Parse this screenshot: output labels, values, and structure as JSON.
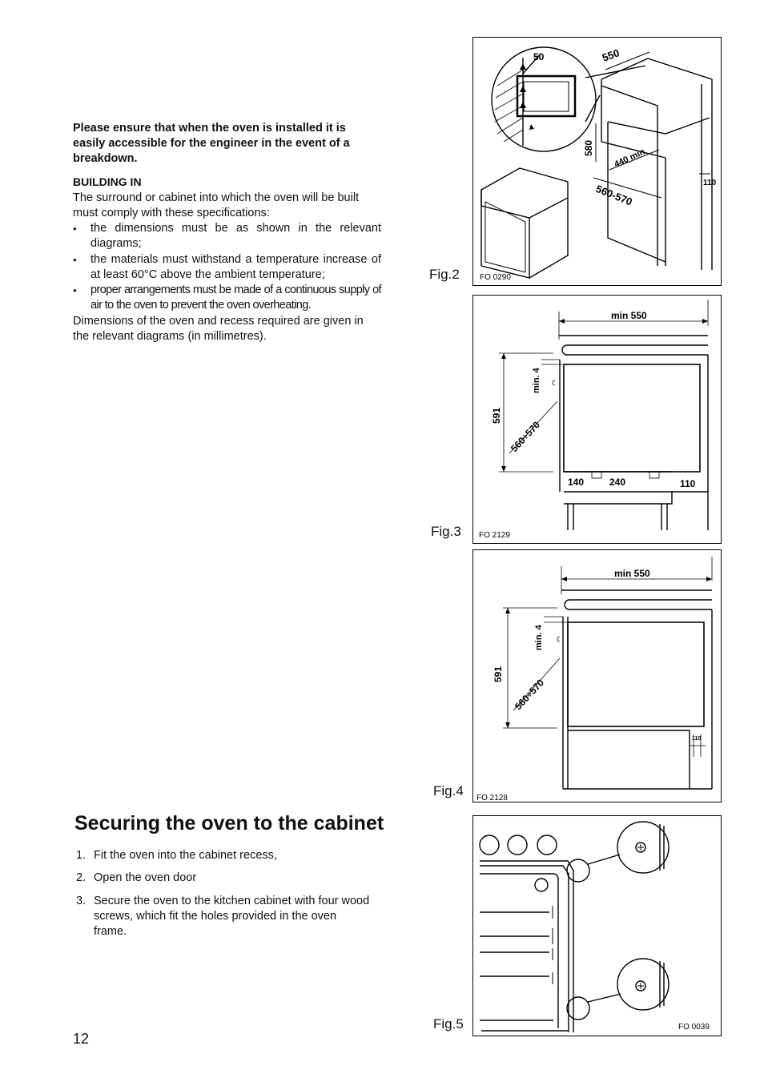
{
  "warning": "Please ensure that when the oven is installed it is easily accessible for the engineer in the event of a breakdown.",
  "building_in": {
    "heading": "BUILDING IN",
    "intro": "The surround or cabinet into which the oven will be built must comply with these specifications:",
    "bullets": [
      "the dimensions must be as shown in the relevant diagrams;",
      "the materials must withstand a temperature increase of at least 60°C above the ambient temperature;",
      "proper arrangements must be made of a continuous supply of air to the oven to prevent the oven overheating."
    ],
    "dims_note": "Dimensions of the oven and recess required are given in the relevant diagrams (in millimetres)."
  },
  "securing": {
    "heading": "Securing the oven to the cabinet",
    "steps": [
      {
        "num": "1.",
        "text": "Fit the oven into the cabinet recess,"
      },
      {
        "num": "2.",
        "text": "Open the oven door"
      },
      {
        "num": "3.",
        "text": "Secure the oven to the kitchen cabinet with four wood screws, which fit the holes provided in the oven frame."
      }
    ]
  },
  "page_number": "12",
  "figures": {
    "fig2": {
      "label": "Fig.2",
      "code": "FO 0290",
      "dims": {
        "a": "50",
        "b": "550",
        "c": "580",
        "d": "440 min",
        "e": "560-570",
        "f": "110"
      }
    },
    "fig3": {
      "label": "Fig.3",
      "code": "FO 2129",
      "dims": {
        "width": "min 550",
        "gap": "min. 4",
        "height": "591",
        "depth": "560÷570",
        "a": "140",
        "b": "240",
        "c": "110"
      }
    },
    "fig4": {
      "label": "Fig.4",
      "code": "FO 2128",
      "dims": {
        "width": "min 550",
        "gap": "min. 4",
        "height": "591",
        "depth": "560÷570",
        "c": "110"
      }
    },
    "fig5": {
      "label": "Fig.5",
      "code": "FO 0039"
    }
  }
}
